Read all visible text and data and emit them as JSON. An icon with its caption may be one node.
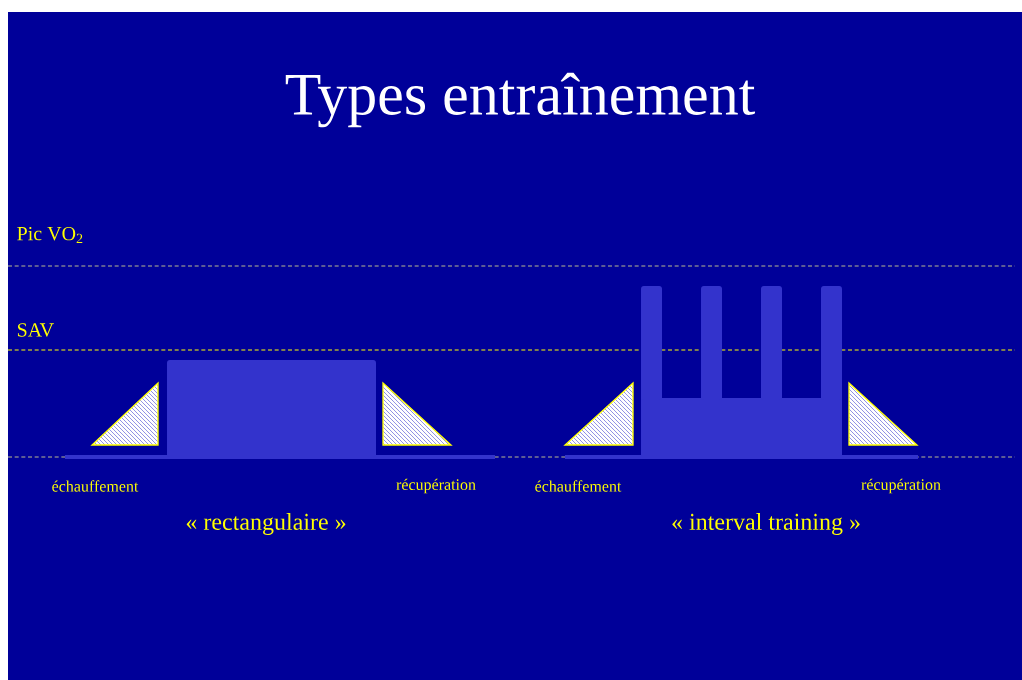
{
  "diagram": {
    "title": "Types entraînement",
    "labels": [
      "Pic VO$_{2}$",
      "SAV",
      "échauffement",
      "récupération",
      "échauffement",
      "récupération",
      "« rectangulaire »",
      "« interval training »"
    ]
  }
}
